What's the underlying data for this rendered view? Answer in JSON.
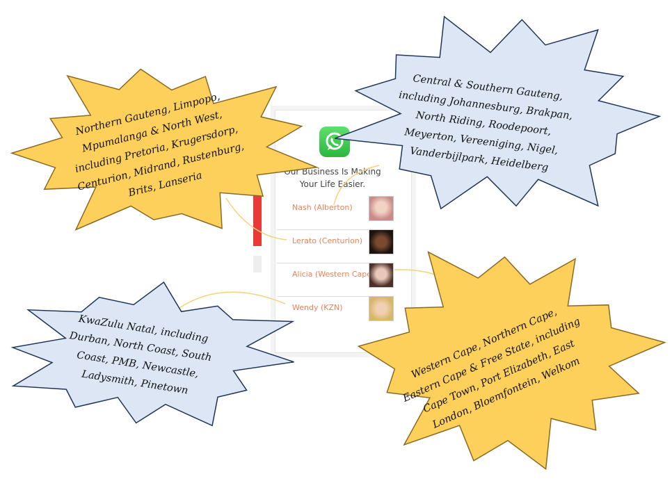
{
  "colors": {
    "yellow": "#FDCF5B",
    "yellow_stroke": "#8a6a22",
    "blue": "#DCE6F4",
    "blue_stroke": "#1f3556",
    "name": "#e8845a",
    "arrow": "#f2d27a"
  },
  "widget": {
    "icon": "whatsapp-icon",
    "tagline_1": "Our Business Is Making",
    "tagline_2": "Your Life Easier.",
    "people": [
      {
        "name": "Nash (Alberton)",
        "avatar_color": "#c99a8a"
      },
      {
        "name": "Lerato (Centurion)",
        "avatar_color": "#3b2a22"
      },
      {
        "name": "Alicia (Western Cape)",
        "avatar_color": "#8a6a5a"
      },
      {
        "name": "Wendy (KZN)",
        "avatar_color": "#d9b76a"
      }
    ]
  },
  "regions": [
    {
      "lines": [
        "Northern Gauteng, Limpopo,",
        "Mpumalanga & North West,",
        "including Pretoria, Krugersdorp,",
        "Centurion, Midrand, Rustenburg,",
        "Brits, Lanseria"
      ]
    },
    {
      "lines": [
        "Central & Southern Gauteng,",
        "including Johannesburg, Brakpan,",
        "North Riding, Roodepoort,",
        "Meyerton, Vereeniging, Nigel,",
        "Vanderbijlpark, Heidelberg"
      ]
    },
    {
      "lines": [
        "KwaZulu Natal, including",
        "Durban, North Coast, South",
        "Coast, PMB, Newcastle,",
        "Ladysmith, Pinetown"
      ]
    },
    {
      "lines": [
        "Western Cape, Northern Cape,",
        "Eastern Cape & Free State, including",
        "Cape Town, Port Elizabeth, East",
        "London, Bloemfontein, Welkom"
      ]
    }
  ]
}
